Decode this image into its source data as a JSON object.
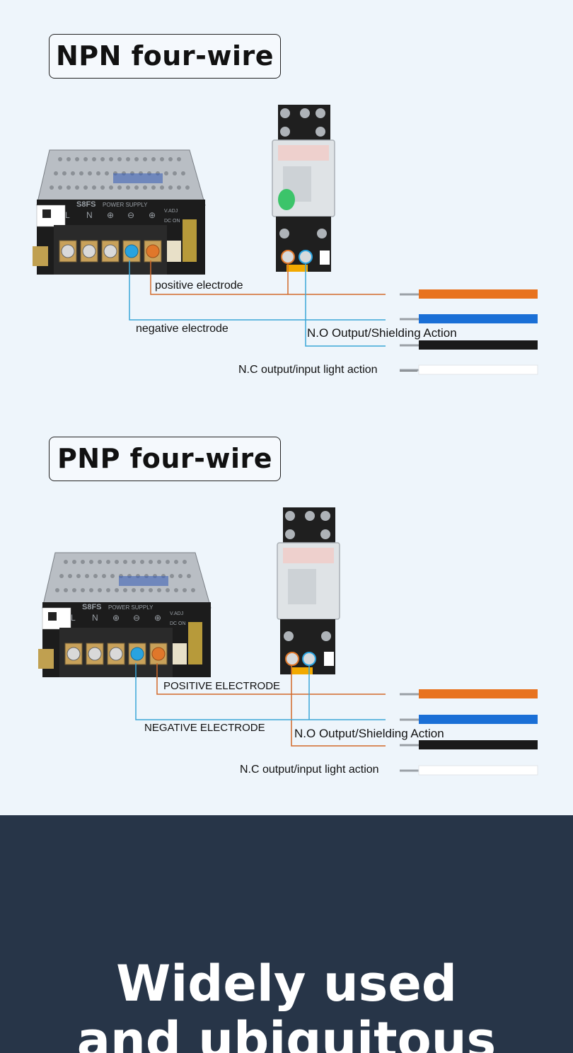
{
  "sections": [
    {
      "title": "NPN four-wire",
      "labels": {
        "positive": "positive electrode",
        "negative": "negative electrode",
        "no_output": "N.O Output/Shielding Action",
        "nc_output": "N.C output/input light action"
      }
    },
    {
      "title": "PNP four-wire",
      "labels": {
        "positive": "POSITIVE ELECTRODE",
        "negative": "NEGATIVE ELECTRODE",
        "no_output": "N.O Output/Shielding Action",
        "nc_output": "N.C output/input light action"
      }
    }
  ],
  "power_supply": {
    "brand": "S8FS",
    "model_text": "POWER SUPPLY",
    "terminals": [
      "L",
      "N",
      "⊕",
      "⊖",
      "⊕"
    ],
    "adj_label": "V.ADJ",
    "dc_label": "DC ON"
  },
  "colors": {
    "wire_orange": "#e8731f",
    "wire_blue": "#1a6fd6",
    "wire_black": "#1a1a1a",
    "wire_white": "#ffffff",
    "line_orange": "#d26a2a",
    "line_blue": "#3aa6d8",
    "background": "#eef5fb",
    "banner": "#273548"
  },
  "banner": {
    "line1": "Widely used",
    "line2": "and ubiquitous"
  }
}
